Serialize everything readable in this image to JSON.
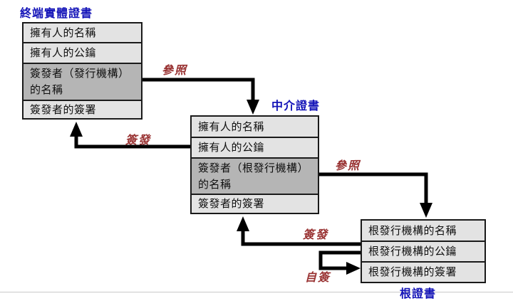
{
  "certificates": {
    "end_entity": {
      "title": "終端實體證書",
      "rows": [
        "擁有人的名稱",
        "擁有人的公鑰",
        "簽發者（發行機構）\n的名稱",
        "簽發者的簽署"
      ]
    },
    "intermediate": {
      "title": "中介證書",
      "rows": [
        "擁有人的名稱",
        "擁有人的公鑰",
        "簽發者（根發行機構）\n的名稱",
        "簽發者的簽署"
      ]
    },
    "root": {
      "title": "根證書",
      "rows": [
        "根發行機構的名稱",
        "根發行機構的公鑰",
        "根發行機構的簽署"
      ]
    }
  },
  "arrow_labels": {
    "reference_1": "參照",
    "issue_1": "簽發",
    "reference_2": "參照",
    "issue_2": "簽發",
    "self_sign": "自簽"
  },
  "colors": {
    "title_blue": "#1414b8",
    "label_red": "#993333",
    "row_light": "#e3e3e3",
    "row_dark": "#b5b5b5",
    "arrow_black": "#000000",
    "divider_gray": "#c9c9c9"
  }
}
